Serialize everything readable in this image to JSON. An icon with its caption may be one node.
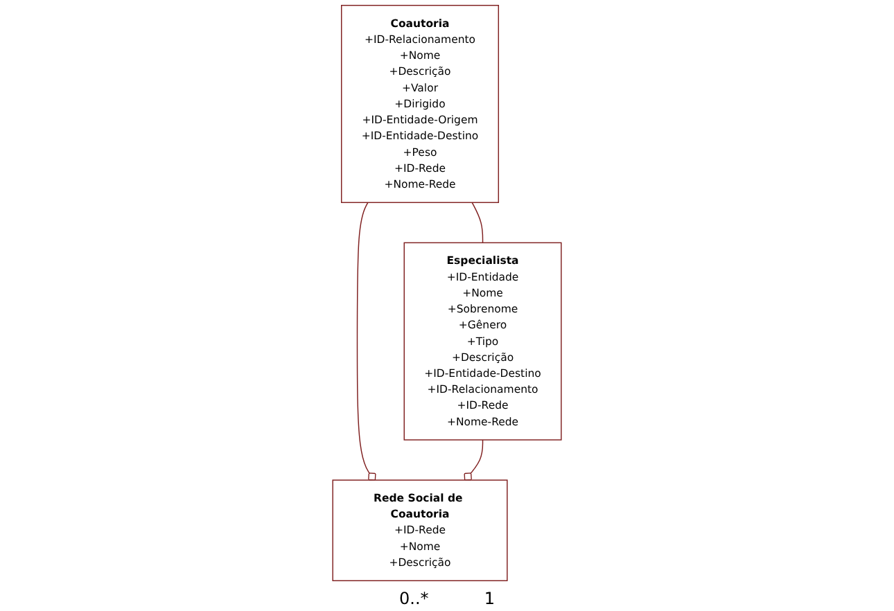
{
  "diagram": {
    "nodes": [
      {
        "text": [
          "Rede Social de Coautoria",
          "+ID-Rede",
          "+Nome",
          "+Descrição"
        ]
      },
      {
        "text": [
          "Coautoria",
          "+ID-Relacionamento",
          "+Nome",
          "+Descrição",
          "+Valor",
          "+Dirigido",
          "+ID-Entidade-Origem",
          "+ID-Entidade-Destino",
          "+Peso",
          "+ID-Rede",
          "+Nome-Rede"
        ]
      },
      {
        "text": [
          "Especialista",
          "+ID-Entidade",
          "+Nome",
          "+Sobrenome",
          "+Gênero",
          "+Tipo",
          "+Descrição",
          "+ID-Entidade-Destino",
          "+ID-Relacionamento",
          "+ID-Rede",
          "+Nome-Rede"
        ]
      }
    ],
    "edges": [
      {
        "from": 1,
        "to": 0,
        "arrow": "other"
      },
      {
        "from": 2,
        "to": 0,
        "arrow": "other"
      },
      {
        "from": 1,
        "to": 2,
        "arrow": "none"
      }
    ],
    "labels": [
      "0..*",
      "1"
    ]
  }
}
